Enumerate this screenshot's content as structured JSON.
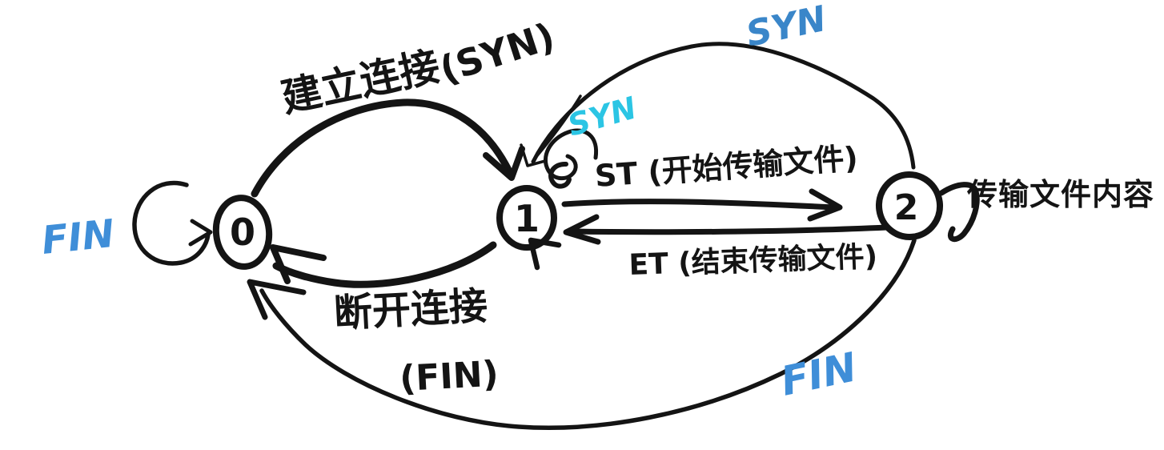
{
  "diagram": {
    "type": "hand-drawn state diagram",
    "background": "#ffffff",
    "colors": {
      "ink": "#141414",
      "cyan": "#2bc5e4",
      "blue": "#3f8ed8",
      "deep_blue": "#3a86c9"
    },
    "nodes": [
      {
        "label": "0"
      },
      {
        "label": "1"
      },
      {
        "label": "2"
      }
    ],
    "labels": {
      "establish_cn": "建立连接",
      "establish_tag": "(SYN)",
      "disconnect_cn": "断开连接",
      "disconnect_tag": "(FIN)",
      "start_transfer": "ST (开始传输文件)",
      "end_transfer": "ET (结束传输文件)",
      "transfer_content": "传输文件内容",
      "syn_self_loop": "SYN",
      "syn_arc": "SYN",
      "fin_self_loop": "FIN",
      "fin_return": "FIN"
    },
    "edges": [
      {
        "from": "0",
        "to": "1",
        "label": "建立连接 (SYN)",
        "style": "black arc top"
      },
      {
        "from": "1",
        "to": "0",
        "label": "断开连接 (FIN)",
        "style": "black arc bottom"
      },
      {
        "from": "1",
        "to": "2",
        "label": "ST (开始传输文件)",
        "style": "black straight arrow"
      },
      {
        "from": "2",
        "to": "1",
        "label": "ET (结束传输文件)",
        "style": "black straight arrow"
      },
      {
        "from": "2",
        "to": "2",
        "label": "传输文件内容",
        "style": "black self-loop hook"
      },
      {
        "from": "1",
        "to": "1",
        "label": "SYN",
        "style": "cyan self-loop"
      },
      {
        "from": "2",
        "to": "1",
        "label": "SYN",
        "style": "cyan big arc"
      },
      {
        "from": "0",
        "to": "0",
        "label": "FIN",
        "style": "blue self-loop"
      },
      {
        "from": "2",
        "to": "0",
        "label": "FIN",
        "style": "blue bottom curve"
      }
    ]
  }
}
